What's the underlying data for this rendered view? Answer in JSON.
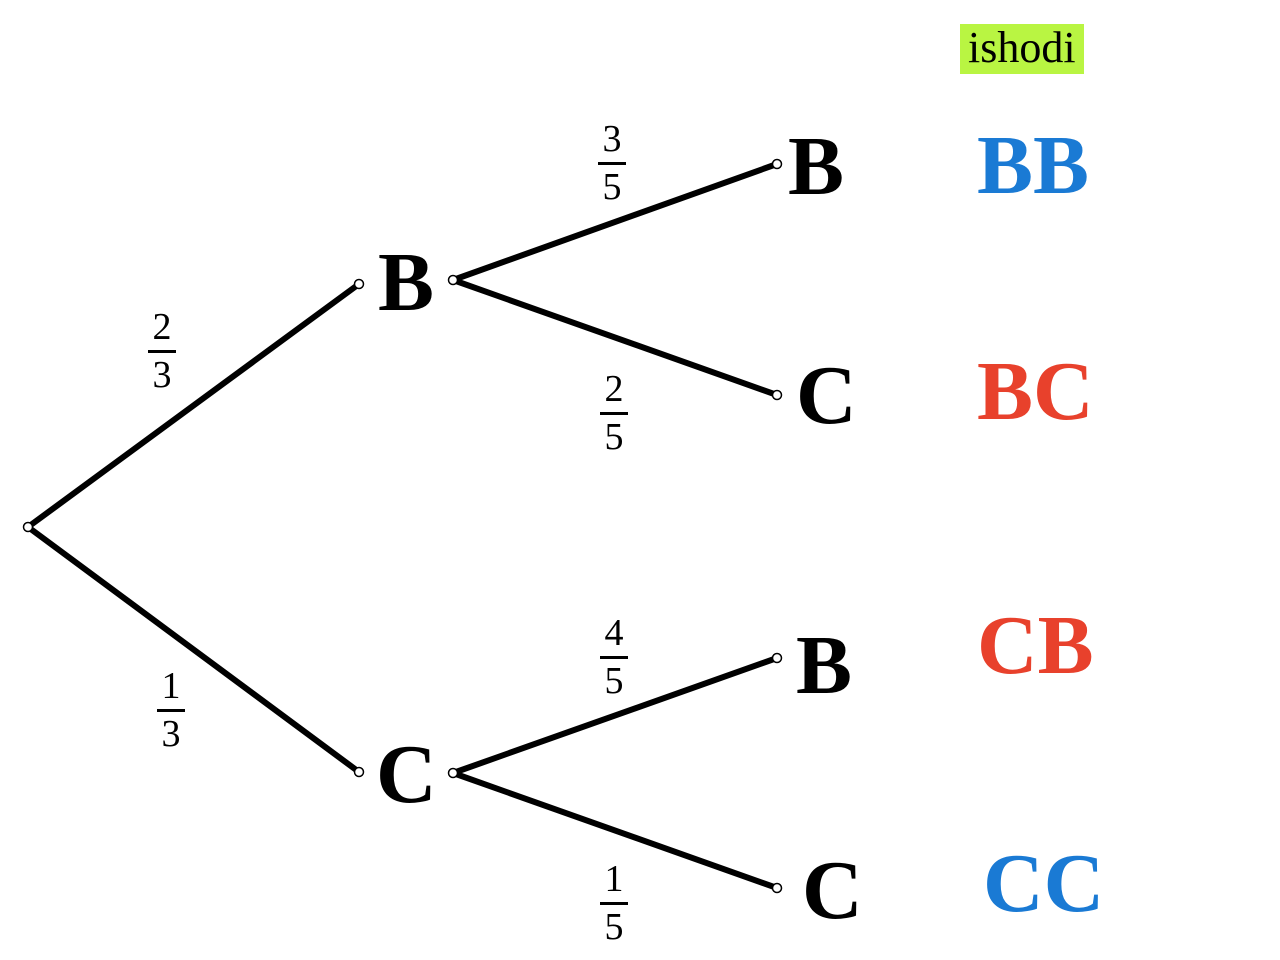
{
  "header": {
    "label": "ishodi",
    "highlight_color": "#b9f542"
  },
  "nodes": {
    "level1": [
      "B",
      "C"
    ],
    "level2": [
      "B",
      "C",
      "B",
      "C"
    ]
  },
  "probabilities": {
    "root_to_b": {
      "num": "2",
      "den": "3"
    },
    "root_to_c": {
      "num": "1",
      "den": "3"
    },
    "b_to_b": {
      "num": "3",
      "den": "5"
    },
    "b_to_c": {
      "num": "2",
      "den": "5"
    },
    "c_to_b": {
      "num": "4",
      "den": "5"
    },
    "c_to_c": {
      "num": "1",
      "den": "5"
    }
  },
  "outcomes": [
    {
      "label": "BB",
      "color": "#1a7ad4"
    },
    {
      "label": "BC",
      "color": "#e8412c"
    },
    {
      "label": "CB",
      "color": "#e8412c"
    },
    {
      "label": "CC",
      "color": "#1a7ad4"
    }
  ],
  "colors": {
    "edge": "#000000",
    "node_text": "#000000"
  }
}
